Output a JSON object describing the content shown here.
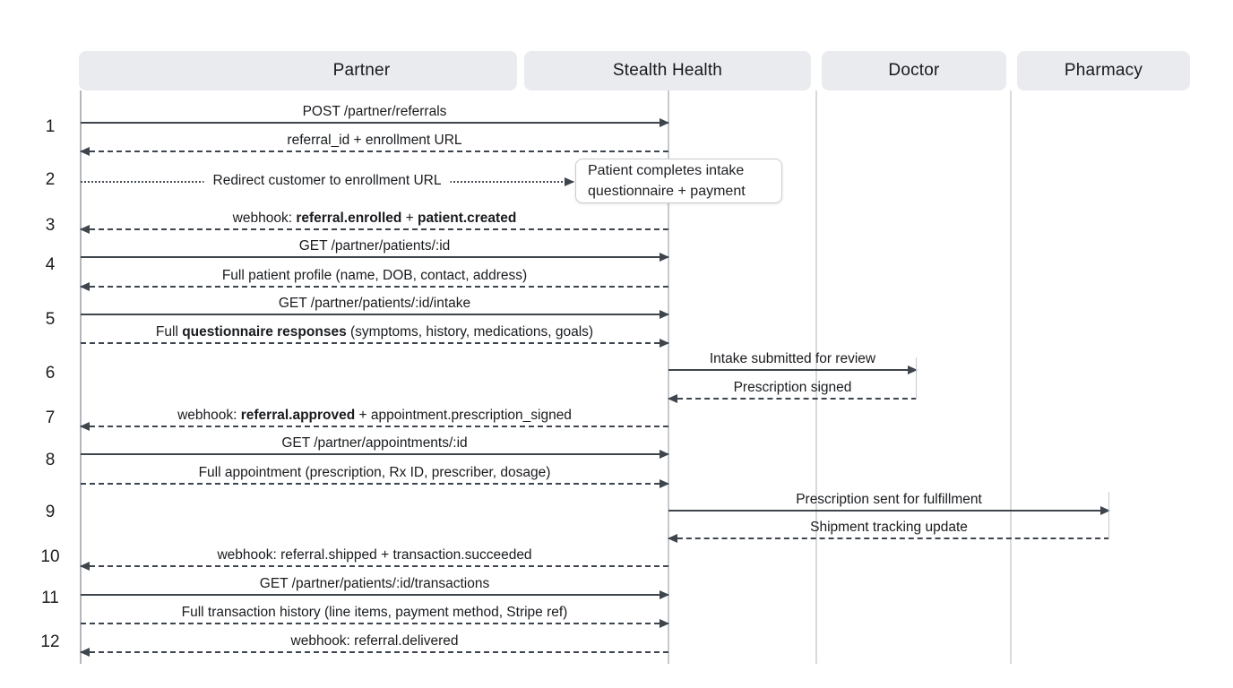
{
  "actors": {
    "partner": "Partner",
    "stealth": "Stealth Health",
    "doctor": "Doctor",
    "pharmacy": "Pharmacy"
  },
  "steps": {
    "n1": "1",
    "n2": "2",
    "n3": "3",
    "n4": "4",
    "n5": "5",
    "n6": "6",
    "n7": "7",
    "n8": "8",
    "n9": "9",
    "n10": "10",
    "n11": "11",
    "n12": "12"
  },
  "messages": {
    "m1_req": {
      "p0": "POST /partner/referrals"
    },
    "m1_res": {
      "p0": "referral_id + enrollment URL"
    },
    "m2": {
      "p0": "Redirect customer to enrollment URL"
    },
    "m3": {
      "p0": "webhook: ",
      "b1": "referral.enrolled",
      "p2": " + ",
      "b3": "patient.created"
    },
    "m4_req": {
      "p0": "GET /partner/patients/:id"
    },
    "m4_res": {
      "p0": "Full patient profile (name, DOB, contact, address)"
    },
    "m5_req": {
      "p0": "GET /partner/patients/:id/intake"
    },
    "m5_res": {
      "p0": "Full ",
      "b1": "questionnaire responses",
      "p2": " (symptoms, history, medications, goals)"
    },
    "m6_req": {
      "p0": "Intake submitted for review"
    },
    "m6_res": {
      "p0": "Prescription signed"
    },
    "m7": {
      "p0": "webhook: ",
      "b1": "referral.approved",
      "p2": " + appointment.prescription_signed"
    },
    "m8_req": {
      "p0": "GET /partner/appointments/:id"
    },
    "m8_res": {
      "p0": "Full appointment (prescription, Rx ID, prescriber, dosage)"
    },
    "m9_req": {
      "p0": "Prescription sent for fulfillment"
    },
    "m9_res": {
      "p0": "Shipment tracking update"
    },
    "m10": {
      "p0": "webhook: referral.shipped + transaction.succeeded"
    },
    "m11_req": {
      "p0": "GET /partner/patients/:id/transactions"
    },
    "m11_res": {
      "p0": "Full transaction history (line items, payment method, Stripe ref)"
    },
    "m12": {
      "p0": "webhook: referral.delivered"
    }
  },
  "note": {
    "line1": "Patient completes intake",
    "line2": "questionnaire + payment"
  },
  "colors": {
    "actor_fill": "#e9ebee",
    "arrow": "#3e454d",
    "text": "#191b1e",
    "lifeline": "#c6cacd"
  }
}
